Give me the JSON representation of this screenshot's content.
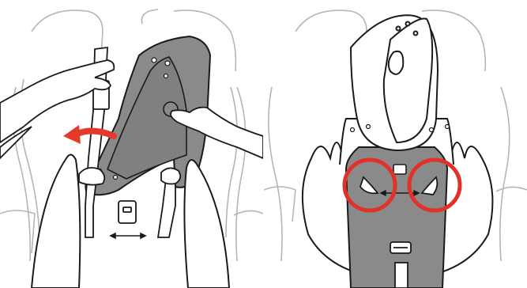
{
  "figure": {
    "panels": [
      {
        "id": "left",
        "step": "remove-seat-pad-from-shell"
      },
      {
        "id": "right",
        "step": "locate-harness-slots"
      }
    ],
    "colors": {
      "line": "#1a1a1a",
      "light_line": "#b5b5b5",
      "pad_fill": "#8a8a8a",
      "arrow": "#e53a2b",
      "highlight_circle": "#e0322b",
      "skin": "#ffffff"
    },
    "icons": [
      "curved-arrow-icon",
      "highlight-circle-icon",
      "buckle-icon",
      "double-arrow-icon"
    ]
  }
}
